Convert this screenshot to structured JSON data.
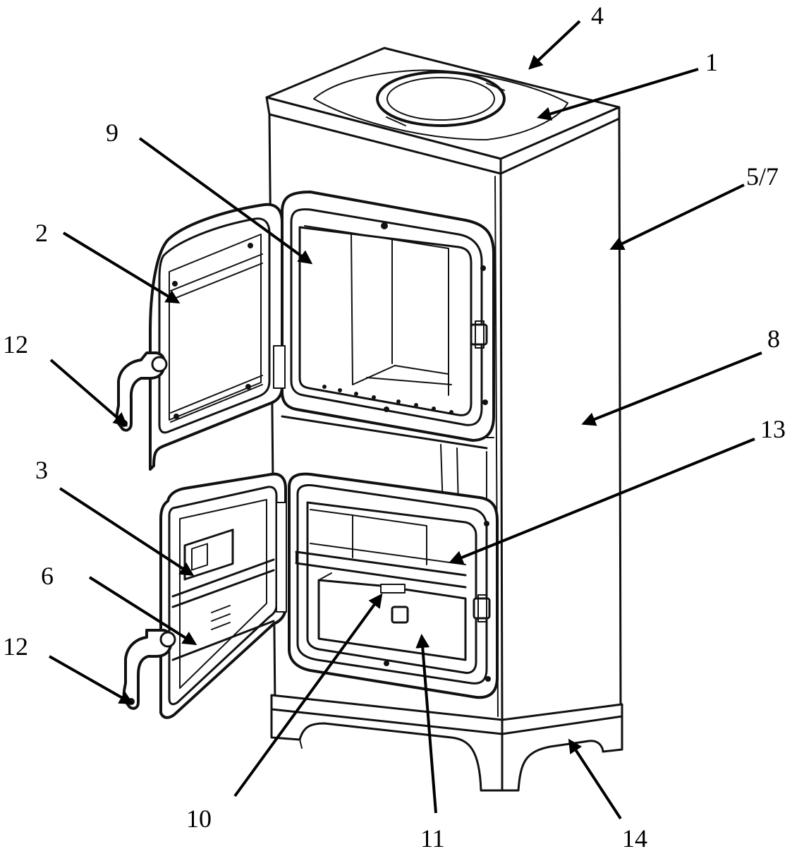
{
  "labels": {
    "l1": "1",
    "l2": "2",
    "l3": "3",
    "l4": "4",
    "l5": "5/7",
    "l6": "6",
    "l8": "8",
    "l9": "9",
    "l10": "10",
    "l11": "11",
    "l12a": "12",
    "l12b": "12",
    "l13": "13",
    "l14": "14"
  }
}
